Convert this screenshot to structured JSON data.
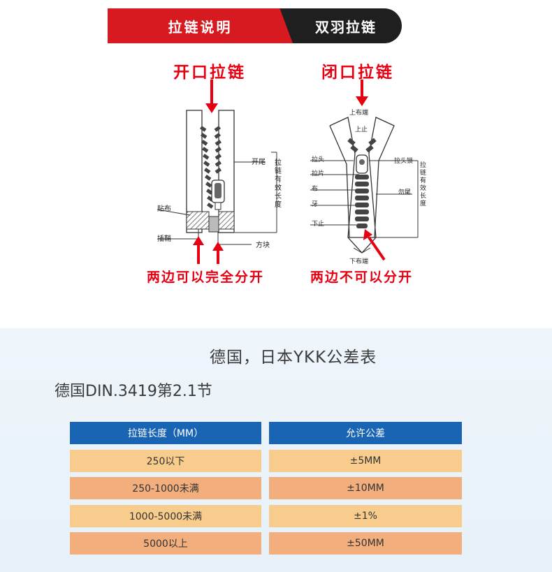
{
  "tabs": {
    "active": "拉链说明",
    "inactive": "双羽拉链"
  },
  "open_zipper": {
    "heading": "开口拉链",
    "caption": "两边可以完全分开",
    "labels": {
      "open_end": "开尾",
      "length": "拉链有效长度",
      "tape_patch": "贴布",
      "pin": "插鞘",
      "box": "方块"
    }
  },
  "closed_zipper": {
    "heading": "闭口拉链",
    "caption": "两边不可以分开",
    "labels": {
      "top_tape_end": "上布端",
      "top_stop": "上止",
      "slider": "拉头",
      "puller": "拉片",
      "tape": "布",
      "teeth": "牙",
      "bottom_stop": "下止",
      "bottom_tape_end": "下布端",
      "slider_lock": "拉头锁",
      "hook_tail": "勿尾",
      "length": "拉链有效长度"
    }
  },
  "tolerance": {
    "title": "德国，日本YKK公差表",
    "subtitle": "德国DIN.3419第2.1节",
    "headers": [
      "拉链长度（MM）",
      "允许公差"
    ],
    "rows": [
      [
        "250以下",
        "±5MM"
      ],
      [
        "250-1000未满",
        "±10MM"
      ],
      [
        "1000-5000未满",
        "±1%"
      ],
      [
        "5000以上",
        "±50MM"
      ]
    ]
  },
  "colors": {
    "red": "#e60012",
    "tab_red": "#d71920",
    "tab_dark": "#1f1f1f",
    "header_blue": "#1a64b4",
    "row_light": "#f8cc8c",
    "row_dark": "#f2ae7c"
  }
}
